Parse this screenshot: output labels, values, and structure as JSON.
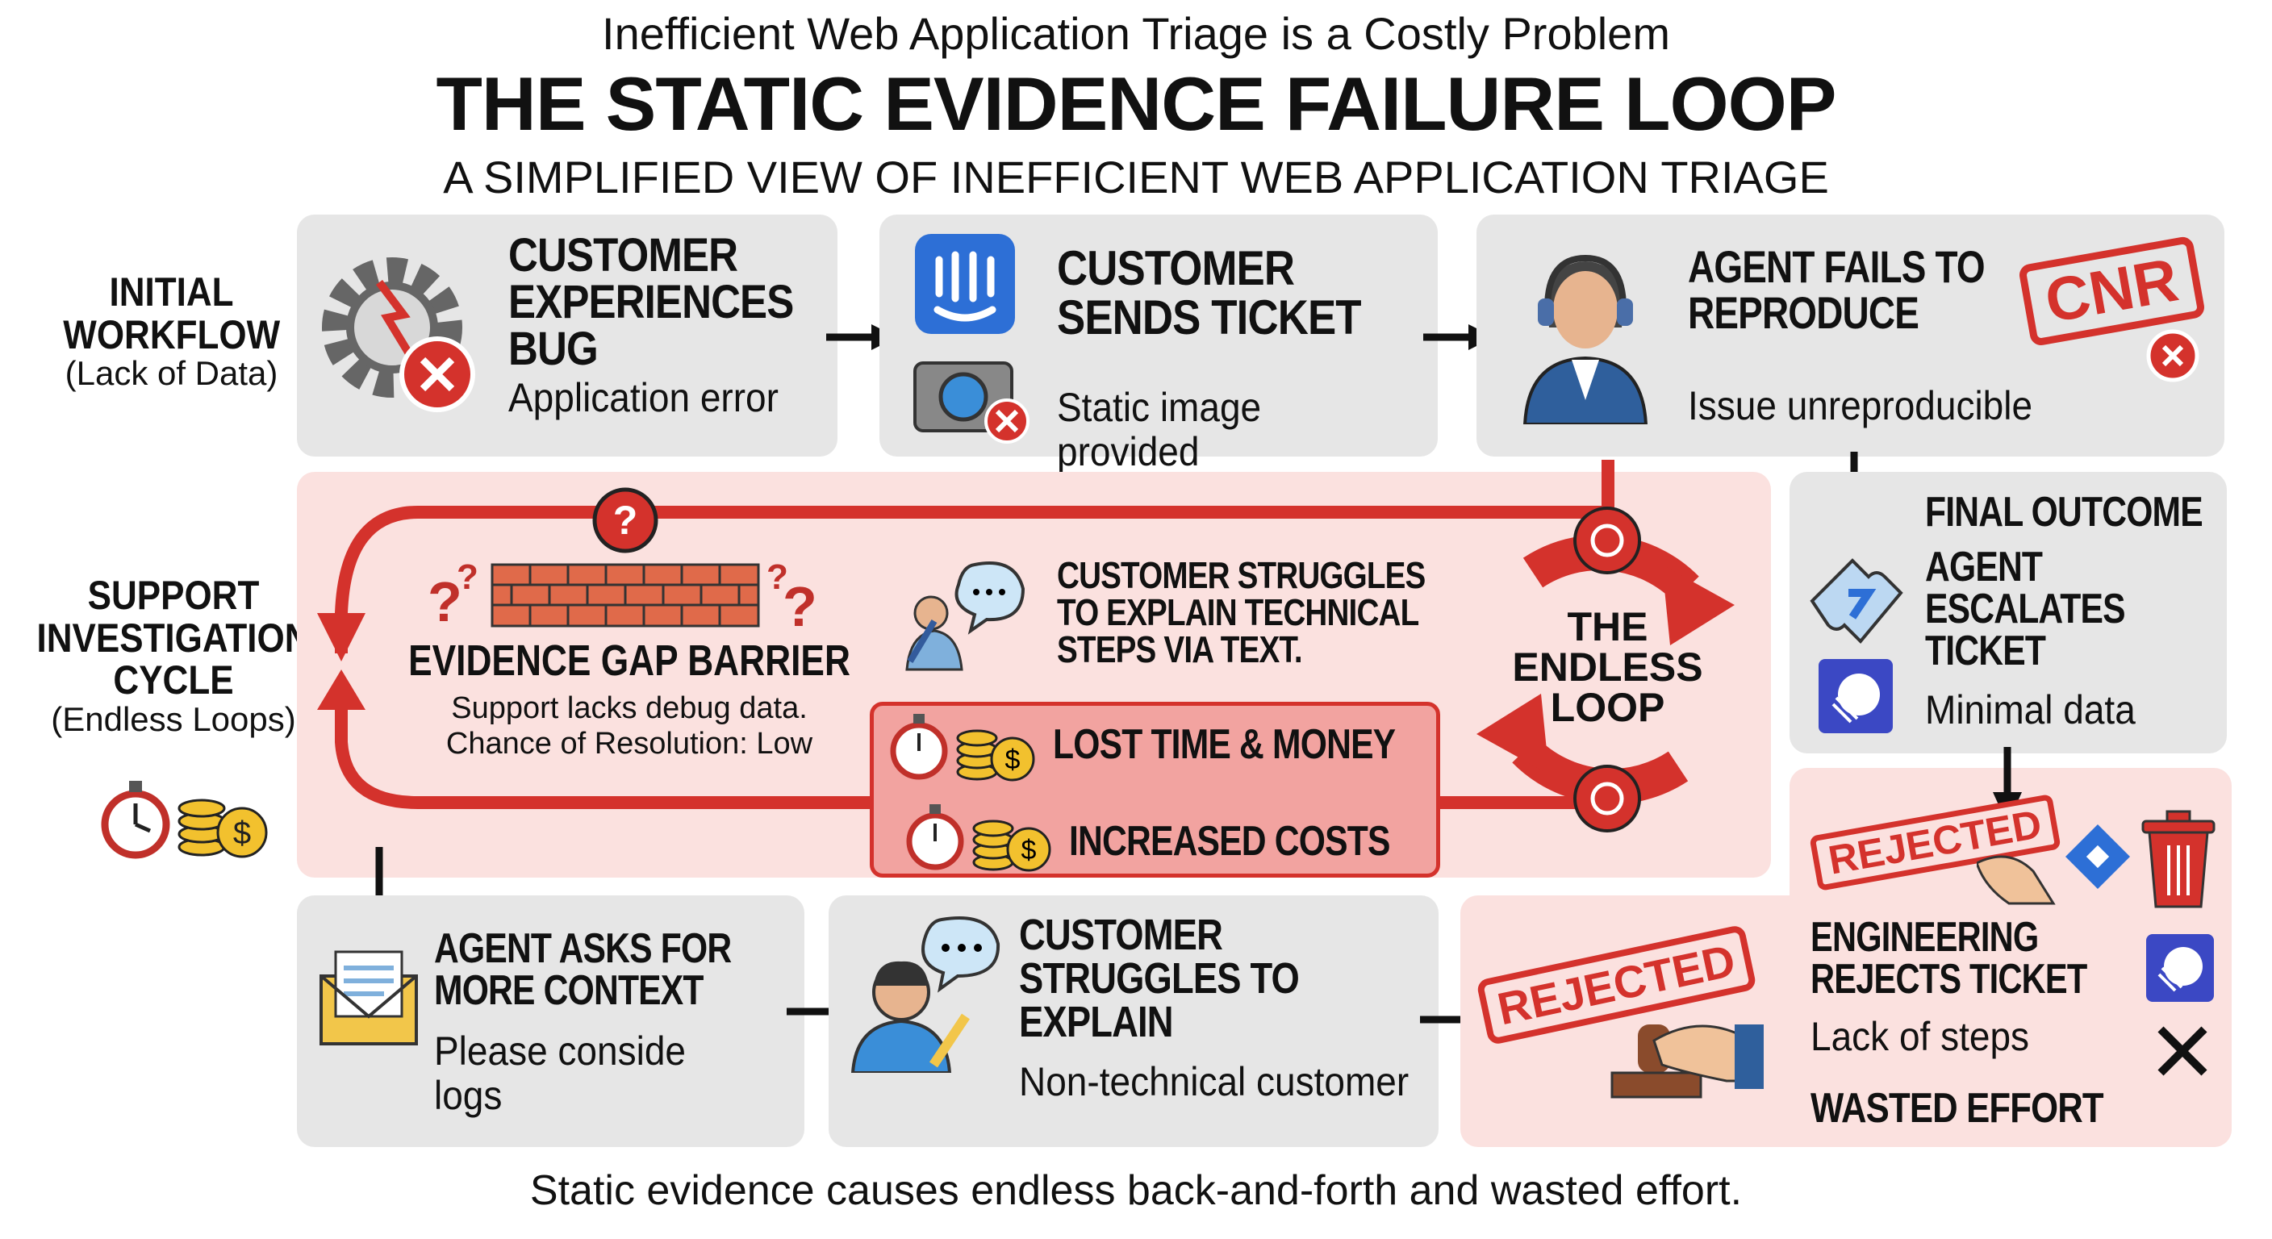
{
  "header": {
    "kicker": "Inefficient Web Application Triage is a Costly Problem",
    "title": "THE STATIC EVIDENCE FAILURE LOOP",
    "subtitle": "A SIMPLIFIED VIEW OF INEFFICIENT WEB APPLICATION TRIAGE"
  },
  "side_labels": {
    "initial": {
      "title_1": "INITIAL",
      "title_2": "WORKFLOW",
      "note": "(Lack of Data)"
    },
    "support": {
      "title_1": "SUPPORT",
      "title_2": "INVESTIGATION",
      "title_3": "CYCLE",
      "note": "(Endless Loops)"
    }
  },
  "row1": [
    {
      "title": "CUSTOMER EXPERIENCES BUG",
      "desc": "Application error"
    },
    {
      "title": "CUSTOMER SENDS TICKET",
      "desc": "Static image provided"
    },
    {
      "title": "AGENT FAILS TO REPRODUCE",
      "desc": "Issue unreproducible",
      "stamp": "CNR"
    }
  ],
  "loop": {
    "barrier_title": "EVIDENCE GAP BARRIER",
    "barrier_desc_1": "Support lacks debug data.",
    "barrier_desc_2": "Chance of Resolution: Low",
    "struggle": "CUSTOMER STRUGGLES TO EXPLAIN TECHNICAL STEPS VIA TEXT.",
    "cost_1": "LOST TIME & MONEY",
    "cost_2": "INCREASED COSTS",
    "center_1": "THE",
    "center_2": "ENDLESS",
    "center_3": "LOOP"
  },
  "final": {
    "heading": "FINAL OUTCOME",
    "title": "AGENT ESCALATES TICKET",
    "desc": "Minimal data"
  },
  "row3": [
    {
      "title": "AGENT ASKS FOR MORE CONTEXT",
      "desc": "Please conside logs"
    },
    {
      "title": "CUSTOMER STRUGGLES TO EXPLAIN",
      "desc": "Non-technical customer"
    },
    {
      "stamp": "REJECTED",
      "stamp_2": "REJECTED",
      "title": "ENGINEERING REJECTS TICKET",
      "desc": "Lack of steps",
      "footer": "WASTED EFFORT"
    }
  ],
  "footer": "Static evidence causes endless back-and-forth and wasted effort.",
  "colors": {
    "red": "#d4322c",
    "pink": "#fbe1df",
    "gray": "#e6e6e6",
    "cost_box": "#f2a3a0",
    "blue": "#2d6fd6",
    "indigo": "#3b48c4"
  }
}
